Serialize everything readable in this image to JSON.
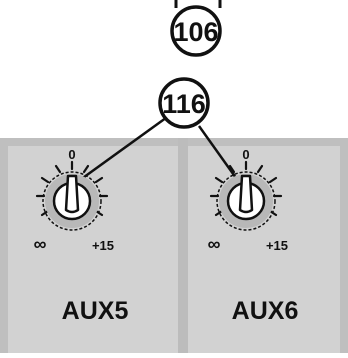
{
  "callouts": {
    "top": "106",
    "main": "116"
  },
  "channels": [
    {
      "label": "AUX5",
      "knob": {
        "mark_top": "0",
        "mark_min": "∞",
        "mark_max": "+15"
      }
    },
    {
      "label": "AUX6",
      "knob": {
        "mark_top": "0",
        "mark_min": "∞",
        "mark_max": "+15"
      }
    }
  ],
  "colors": {
    "panel_fill": "#d2d2d2",
    "panel_border": "#bdbdbd",
    "knob_ring": "#b8b8b8",
    "ink": "#111111"
  }
}
